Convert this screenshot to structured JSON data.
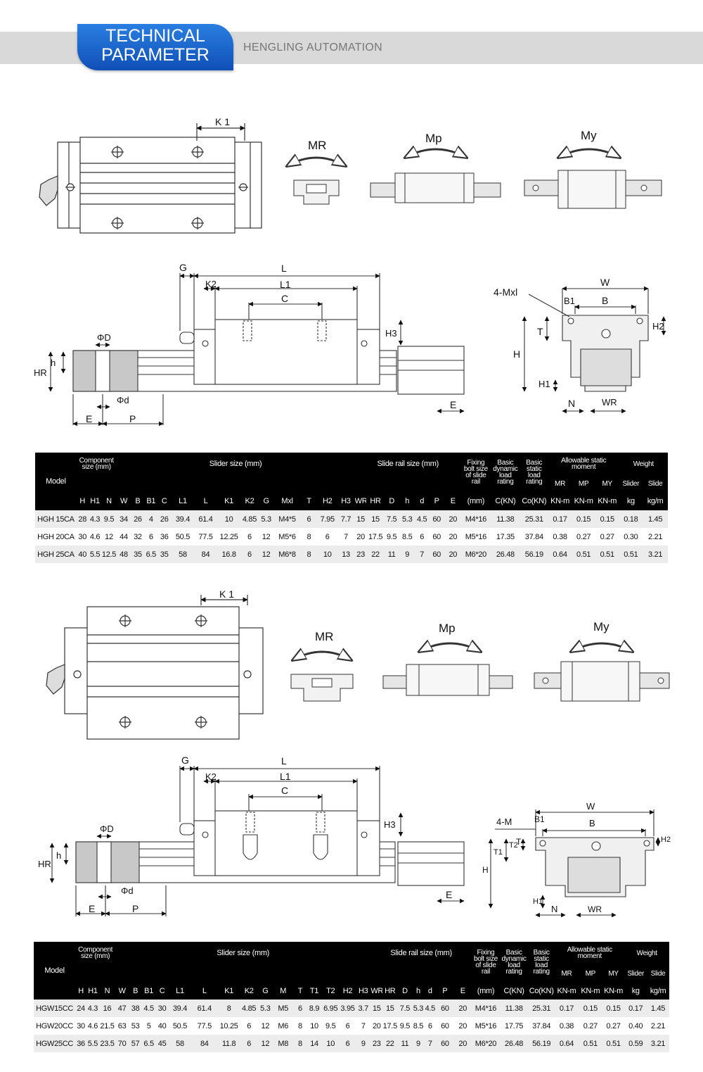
{
  "header": {
    "badge_title": "TECHNICAL\nPARAMETER",
    "brand": "HENGLING AUTOMATION",
    "colors": {
      "badge": "#1a63c9",
      "band": "#d9d9d9",
      "table_header": "#000000"
    }
  },
  "diagram_labels": {
    "k1": "K 1",
    "mr": "MR",
    "mp": "Mp",
    "my": "My",
    "g": "G",
    "l": "L",
    "l1": "L1",
    "k2": "K2",
    "c": "C",
    "h3": "H3",
    "phi_d_big": "ΦD",
    "phi_d_small": "Φd",
    "h": "h",
    "hr": "HR",
    "e": "E",
    "p": "P",
    "w": "W",
    "b": "B",
    "b1": "B1",
    "t": "T",
    "t1": "T1",
    "t2": "T2",
    "h_big": "H",
    "h1": "H1",
    "h2": "H2",
    "n": "N",
    "wr": "WR",
    "m_hole_1": "4-Mxl",
    "m_hole_2": "4-M"
  },
  "table1": {
    "group_headers": {
      "model": "Model",
      "component": "Component size (mm)",
      "slider": "Slider size (mm)",
      "rail": "Slide rail size (mm)",
      "bolt": "Fixing bolt size of slide rail",
      "dyn": "Basic dynamic load rating",
      "stat": "Basic static load rating",
      "moment": "Allowable static moment",
      "weight": "Weight"
    },
    "subheaders_top": [
      "MR",
      "MP",
      "MY",
      "Slider",
      "Slide"
    ],
    "columns": [
      "H",
      "H1",
      "N",
      "W",
      "B",
      "B1",
      "C",
      "L1",
      "L",
      "K1",
      "K2",
      "G",
      "Mxl",
      "T",
      "H2",
      "H3",
      "WR",
      "HR",
      "D",
      "h",
      "d",
      "P",
      "E",
      "(mm)",
      "C(KN)",
      "Co(KN)",
      "KN-m",
      "KN-m",
      "KN-m",
      "kg",
      "kg/m"
    ],
    "rows": [
      [
        "HGH 15CA",
        "28",
        "4.3",
        "9.5",
        "34",
        "26",
        "4",
        "26",
        "39.4",
        "61.4",
        "10",
        "4.85",
        "5.3",
        "M4*5",
        "6",
        "7.95",
        "7.7",
        "15",
        "15",
        "7.5",
        "5.3",
        "4.5",
        "60",
        "20",
        "M4*16",
        "11.38",
        "25.31",
        "0.17",
        "0.15",
        "0.15",
        "0.18",
        "1.45"
      ],
      [
        "HGH 20CA",
        "30",
        "4.6",
        "12",
        "44",
        "32",
        "6",
        "36",
        "50.5",
        "77.5",
        "12.25",
        "6",
        "12",
        "M5*6",
        "8",
        "6",
        "7",
        "20",
        "17.5",
        "9.5",
        "8.5",
        "6",
        "60",
        "20",
        "M5*16",
        "17.35",
        "37.84",
        "0.38",
        "0.27",
        "0.27",
        "0.30",
        "2.21"
      ],
      [
        "HGH 25CA",
        "40",
        "5.5",
        "12.5",
        "48",
        "35",
        "6.5",
        "35",
        "58",
        "84",
        "16.8",
        "6",
        "12",
        "M6*8",
        "8",
        "10",
        "13",
        "23",
        "22",
        "11",
        "9",
        "7",
        "60",
        "20",
        "M6*20",
        "26.48",
        "56.19",
        "0.64",
        "0.51",
        "0.51",
        "0.51",
        "3.21"
      ]
    ]
  },
  "table2": {
    "group_headers": {
      "model": "Model",
      "component": "Component size (mm)",
      "slider": "Slider size (mm)",
      "rail": "Slide rail size (mm)",
      "bolt": "Fixing bolt size of slide rail",
      "dyn": "Basic dynamic load rating",
      "stat": "Basic static load rating",
      "moment": "Allowable static moment",
      "weight": "Weight"
    },
    "subheaders_top": [
      "MR",
      "MP",
      "MY",
      "Slider",
      "Slide"
    ],
    "columns": [
      "H",
      "H1",
      "N",
      "W",
      "B",
      "B1",
      "C",
      "L1",
      "L",
      "K1",
      "K2",
      "G",
      "M",
      "T",
      "T1",
      "T2",
      "H2",
      "H3",
      "WR",
      "HR",
      "D",
      "h",
      "d",
      "P",
      "E",
      "(mm)",
      "C(KN)",
      "Co(KN)",
      "KN-m",
      "KN-m",
      "KN-m",
      "kg",
      "kg/m"
    ],
    "rows": [
      [
        "HGW15CC",
        "24",
        "4.3",
        "16",
        "47",
        "38",
        "4.5",
        "30",
        "39.4",
        "61.4",
        "8",
        "4.85",
        "5.3",
        "M5",
        "6",
        "8.9",
        "6.95",
        "3.95",
        "3.7",
        "15",
        "15",
        "7.5",
        "5.3",
        "4.5",
        "60",
        "20",
        "M4*16",
        "11.38",
        "25.31",
        "0.17",
        "0.15",
        "0.15",
        "0.17",
        "1.45"
      ],
      [
        "HGW20CC",
        "30",
        "4.6",
        "21.5",
        "63",
        "53",
        "5",
        "40",
        "50.5",
        "77.5",
        "10.25",
        "6",
        "12",
        "M6",
        "8",
        "10",
        "9.5",
        "6",
        "7",
        "20",
        "17.5",
        "9.5",
        "8.5",
        "6",
        "60",
        "20",
        "M5*16",
        "17.75",
        "37.84",
        "0.38",
        "0.27",
        "0.27",
        "0.40",
        "2.21"
      ],
      [
        "HGW25CC",
        "36",
        "5.5",
        "23.5",
        "70",
        "57",
        "6.5",
        "45",
        "58",
        "84",
        "11.8",
        "6",
        "12",
        "M8",
        "8",
        "14",
        "10",
        "6",
        "9",
        "23",
        "22",
        "11",
        "9",
        "7",
        "60",
        "20",
        "M6*20",
        "26.48",
        "56.19",
        "0.64",
        "0.51",
        "0.51",
        "0.59",
        "3.21"
      ]
    ]
  }
}
